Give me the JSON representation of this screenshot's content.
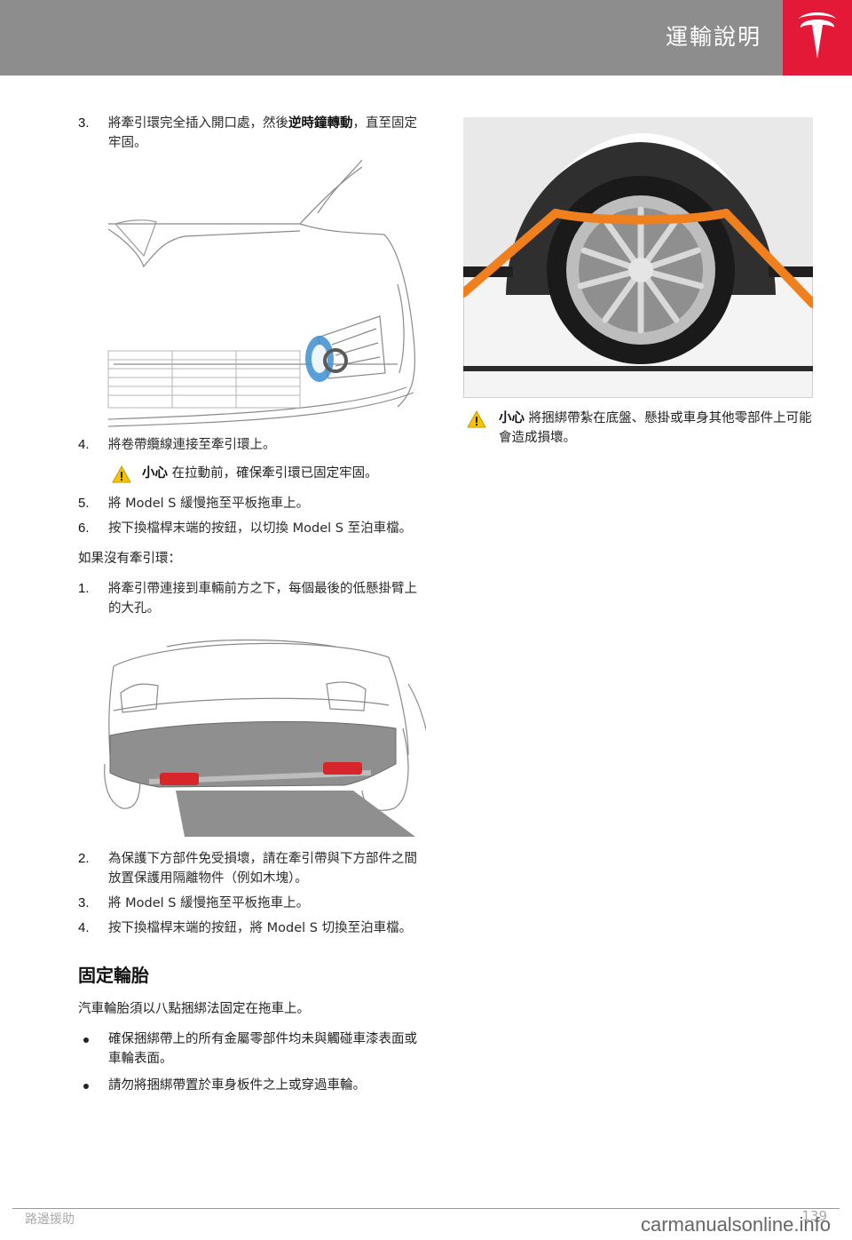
{
  "header": {
    "title": "運輸說明"
  },
  "left": {
    "step3": {
      "num": "3.",
      "text_a": "將牽引環完全插入開口處，然後",
      "bold": "逆時鐘轉動",
      "text_b": "，直至固定牢固。"
    },
    "step4": {
      "num": "4.",
      "text": "將卷帶纜線連接至牽引環上。"
    },
    "caution1": {
      "label": "小心",
      "text": "在拉動前，確保牽引環已固定牢固。"
    },
    "step5": {
      "num": "5.",
      "text": "將 Model S 緩慢拖至平板拖車上。"
    },
    "step6": {
      "num": "6.",
      "text": "按下換檔桿末端的按鈕，以切換 Model S 至泊車檔。"
    },
    "no_ring": "如果沒有牽引環：",
    "stepb1": {
      "num": "1.",
      "text": "將牽引帶連接到車輛前方之下，每個最後的低懸掛臂上的大孔。"
    },
    "stepb2": {
      "num": "2.",
      "text": "為保護下方部件免受損壞，請在牽引帶與下方部件之間放置保護用隔離物件（例如木塊）。"
    },
    "stepb3": {
      "num": "3.",
      "text": "將 Model S 緩慢拖至平板拖車上。"
    },
    "stepb4": {
      "num": "4.",
      "text": "按下換檔桿末端的按鈕，將 Model S 切換至泊車檔。"
    },
    "section_title": "固定輪胎",
    "section_intro": "汽車輪胎須以八點捆綁法固定在拖車上。",
    "bullets": [
      "確保捆綁帶上的所有金屬零部件均未與觸碰車漆表面或車輪表面。",
      "請勿將捆綁帶置於車身板件之上或穿過車輪。"
    ]
  },
  "right": {
    "caution": {
      "label": "小心",
      "text": "將捆綁帶紮在底盤、懸掛或車身其他零部件上可能會造成損壞。"
    }
  },
  "footer": {
    "section": "路邊援助",
    "page": "139",
    "watermark": "carmanualsonline.info"
  },
  "colors": {
    "header_bg": "#8d8d8d",
    "brand_red": "#e31937",
    "strap_orange": "#f07f1e",
    "warning_yellow": "#f5c400"
  }
}
